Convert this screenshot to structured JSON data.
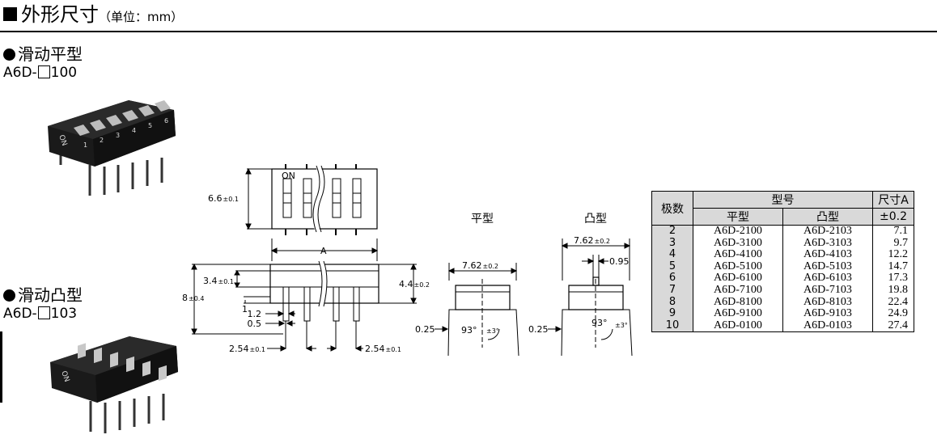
{
  "header": {
    "title": "外形尺寸",
    "unit": "（单位：mm）"
  },
  "flat_type": {
    "title": "滑动平型",
    "code_prefix": "A6D-",
    "code_suffix": "100"
  },
  "raised_type": {
    "title": "滑动凸型",
    "code_prefix": "A6D-",
    "code_suffix": "103"
  },
  "top_view": {
    "on_label": "ON",
    "width_label": "6.6",
    "width_tol": "±0.1"
  },
  "front_view": {
    "a_label": "A",
    "height_top": "3.4",
    "height_top_tol": "±0.1",
    "height_total": "8",
    "height_total_tol": "±0.4",
    "height_right": "4.4",
    "height_right_tol": "±0.2",
    "one": "1",
    "pin_w1": "1.2",
    "pin_w2": "0.5",
    "pitch_left": "2.54",
    "pitch_left_tol": "±0.1",
    "pitch_right": "2.54",
    "pitch_right_tol": "±0.1"
  },
  "side_flat": {
    "label": "平型",
    "width": "7.62",
    "width_tol": "±0.2",
    "pin": "0.25",
    "angle": "93°",
    "angle_tol": "±3°"
  },
  "side_raised": {
    "label": "凸型",
    "width": "7.62",
    "width_tol": "±0.2",
    "knob": "0.95",
    "pin": "0.25",
    "angle": "93°",
    "angle_tol": "±3°"
  },
  "switch_numbers": [
    "1",
    "2",
    "3",
    "4",
    "5",
    "6"
  ],
  "switch_on": "ON",
  "table": {
    "head_poles": "极数",
    "head_model": "型号",
    "head_flat": "平型",
    "head_raised": "凸型",
    "head_dim_a": "尺寸A",
    "head_dim_tol": "±0.2",
    "rows": [
      {
        "poles": "2",
        "flat": "A6D-2100",
        "raised": "A6D-2103",
        "dim": "7.1"
      },
      {
        "poles": "3",
        "flat": "A6D-3100",
        "raised": "A6D-3103",
        "dim": "9.7"
      },
      {
        "poles": "4",
        "flat": "A6D-4100",
        "raised": "A6D-4103",
        "dim": "12.2"
      },
      {
        "poles": "5",
        "flat": "A6D-5100",
        "raised": "A6D-5103",
        "dim": "14.7"
      },
      {
        "poles": "6",
        "flat": "A6D-6100",
        "raised": "A6D-6103",
        "dim": "17.3"
      },
      {
        "poles": "7",
        "flat": "A6D-7100",
        "raised": "A6D-7103",
        "dim": "19.8"
      },
      {
        "poles": "8",
        "flat": "A6D-8100",
        "raised": "A6D-8103",
        "dim": "22.4"
      },
      {
        "poles": "9",
        "flat": "A6D-9100",
        "raised": "A6D-9103",
        "dim": "24.9"
      },
      {
        "poles": "10",
        "flat": "A6D-0100",
        "raised": "A6D-0103",
        "dim": "27.4"
      }
    ]
  }
}
